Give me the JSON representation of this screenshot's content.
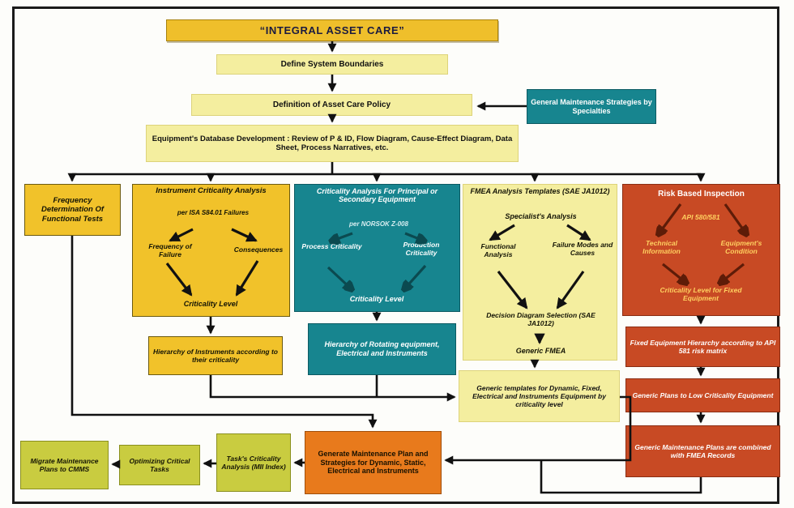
{
  "colors": {
    "title_bg": "#EFBF2B",
    "pale_yellow": "#F4EE9F",
    "golden_yellow": "#F1C22A",
    "teal": "#17858F",
    "brick_red": "#C84A24",
    "orange": "#E87A1C",
    "olive_green": "#C9CC40",
    "line": "#111111"
  },
  "top_flow": {
    "title": "“INTEGRAL ASSET CARE”",
    "define_boundaries": "Define System Boundaries",
    "asset_care_policy": "Definition of Asset Care Policy",
    "general_strategies": "General Maintenance Strategies by Specialties",
    "database_dev": "Equipment's Database Development : Review of P & ID, Flow Diagram, Cause-Effect Diagram, Data Sheet, Process Narratives, etc."
  },
  "columns": {
    "frequency_tests": "Frequency Determination Of Functional Tests",
    "instrument": {
      "title": "Instrument Criticality Analysis",
      "subtitle": "per ISA S84.01 Failures",
      "left": "Frequency of Failure",
      "right": "Consequences",
      "bottom": "Criticality Level"
    },
    "equipment": {
      "title": "Criticality Analysis For Principal or Secondary Equipment",
      "subtitle": "per NORSOK Z-008",
      "left": "Process Criticality",
      "right": "Production Criticality",
      "bottom": "Criticality Level"
    },
    "fmea": {
      "title": "FMEA Analysis Templates (SAE JA1012)",
      "specialist": "Specialist's Analysis",
      "left": "Functional Analysis",
      "right": "Failure Modes and Causes",
      "selection": "Decision Diagram Selection (SAE JA1012)",
      "generic": "Generic FMEA"
    },
    "rbi": {
      "title": "Risk Based Inspection",
      "subtitle": "API 580/581",
      "left": "Technical Information",
      "right": "Equipment's Condition",
      "bottom": "Criticality Level for Fixed Equipment"
    }
  },
  "mid_flow": {
    "instrument_hierarchy": "Hierarchy of Instruments according to their criticality",
    "equipment_hierarchy": "Hierarchy of Rotating equipment, Electrical and Instruments",
    "generic_templates": "Generic templates for Dynamic, Fixed, Electrical and Instruments Equipment by criticality level"
  },
  "right_flow": {
    "fixed_hierarchy": "Fixed Equipment Hierarchy according to API 581 risk matrix",
    "generic_plans": "Generic Plans to Low Criticality Equipment",
    "combined_plans": "Generic Maintenance Plans are combined with FMEA Records"
  },
  "bottom_flow": {
    "generate_plan": "Generate Maintenance Plan and Strategies for Dynamic, Static, Electrical and Instruments",
    "task_criticality": "Task's Criticality Analysis (MII Index)",
    "optimizing": "Optimizing Critical Tasks",
    "migrate": "Migrate Maintenance Plans to CMMS"
  }
}
